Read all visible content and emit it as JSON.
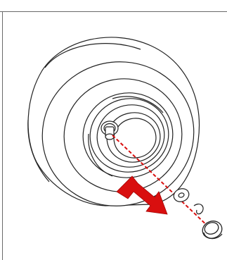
{
  "figure": {
    "subject": "wheel-removal-exploded-view",
    "parts": [
      "tire",
      "hub-nut",
      "washer",
      "clip",
      "end-cap"
    ],
    "arrow_color": "#d90f0f",
    "guide_line_color": "#d90f0f",
    "outline_color": "#222222"
  }
}
